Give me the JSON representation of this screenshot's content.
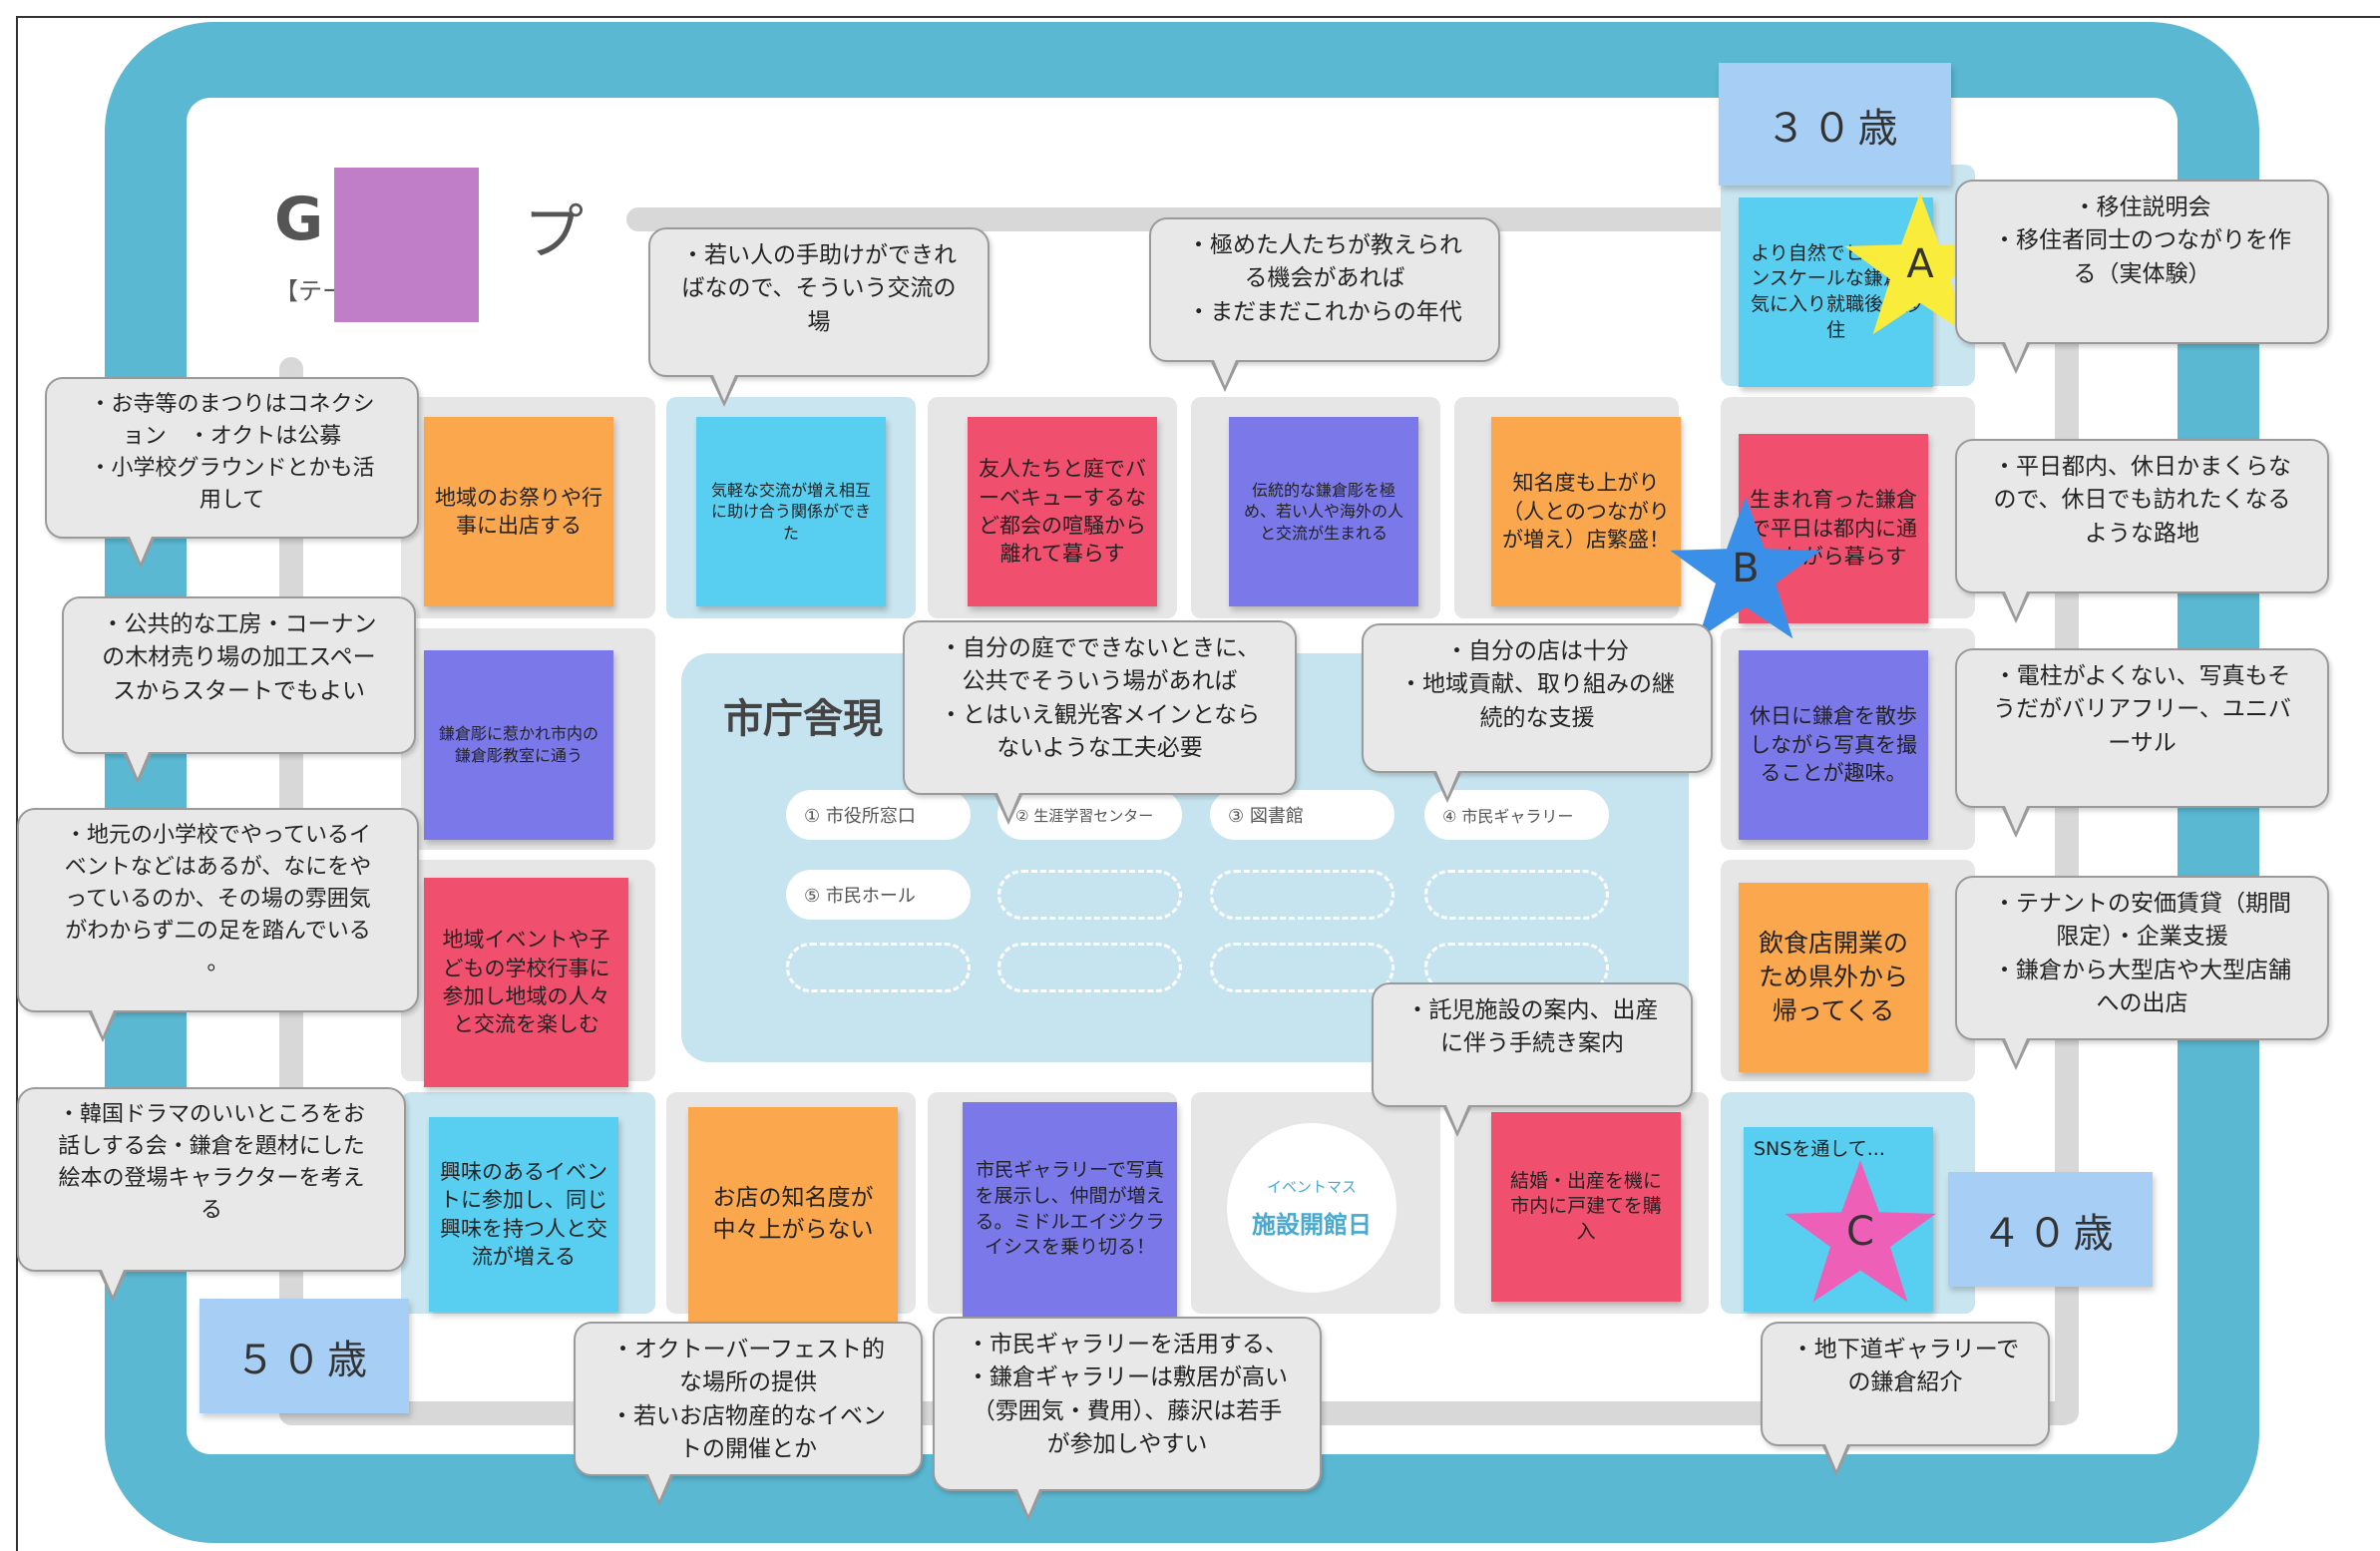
{
  "header": {
    "group_label_left": "G",
    "group_label_right": "プ",
    "theme_label": "【テー"
  },
  "center": {
    "title": "市庁舎現",
    "pills": [
      "① 市役所窓口",
      "② 生涯学習センター",
      "③ 図書館",
      "④ 市民ギャラリー",
      "⑤ 市民ホール"
    ],
    "event_circle_top": "イベントマス",
    "event_circle_main": "施設開館日"
  },
  "ages": {
    "age30": "３０歳",
    "age40": "４０歳",
    "age50": "５０歳"
  },
  "stars": {
    "a": "A",
    "b": "B",
    "c": "C",
    "colors": {
      "a": "#f9ec3a",
      "b": "#3a8fe8",
      "c": "#ee5fb8"
    }
  },
  "stickies": {
    "top_right_cyan": "より自然でヒューマンスケールな鎌倉が気に入り就職後に移住",
    "left1_orange": "地域のお祭りや行事に出店する",
    "top1_cyan": "気軽な交流が増え相互に助け合う関係ができた",
    "top2_pink": "友人たちと庭でバーベキューするなど都会の喧騒から離れて暮らす",
    "top3_purple": "伝統的な鎌倉彫を極め、若い人や海外の人と交流が生まれる",
    "top4_orange": "知名度も上がり（人とのつながりが増え）店繁盛！",
    "right1_pink": "生まれ育った鎌倉で平日は都内に通いながら暮らす",
    "left2_purple": "鎌倉彫に惹かれ市内の鎌倉彫教室に通う",
    "right2_purple": "休日に鎌倉を散歩しながら写真を撮ることが趣味。",
    "left3_pink": "地域イベントや子どもの学校行事に参加し地域の人々と交流を楽しむ",
    "right3_orange": "飲食店開業のため県外から帰ってくる",
    "bottom1_cyan": "興味のあるイベントに参加し、同じ興味を持つ人と交流が増える",
    "bottom2_orange": "お店の知名度が中々上がらない",
    "bottom3_purple": "市民ギャラリーで写真を展示し、仲間が増える。ミドルエイジクライシスを乗り切る！",
    "bottom5_pink": "結婚・出産を機に市内に戸建てを購入",
    "bottom6_cyan": "SNSを通して..."
  },
  "bubbles": {
    "b1": "・若い人の手助けができれ\nばなので、そういう交流の\n場",
    "b2": "・極めた人たちが教えられ\nる機会があれば\n・まだまだこれからの年代",
    "b3": "・移住説明会\n・移住者同士のつながりを作\nる（実体験）",
    "b4": "・お寺等のまつりはコネクシ\nョン　・オクトは公募\n・小学校グラウンドとかも活\n用して",
    "b5": "・平日都内、休日かまくらな\nので、休日でも訪れたくなる\nような路地",
    "b6": "・公共的な工房・コーナン\nの木材売り場の加工スペー\nスからスタートでもよい",
    "b7": "・自分の庭でできないときに、\n公共でそういう場があれば\n・とはいえ観光客メインとなら\nないような工夫必要",
    "b8": "・自分の店は十分\n・地域貢献、取り組みの継\n続的な支援",
    "b9": "・電柱がよくない、写真もそ\nうだがバリアフリー、ユニバ\nーサル",
    "b10": "・地元の小学校でやっているイ\nベントなどはあるが、なにをや\nっているのか、その場の雰囲気\nがわからず二の足を踏んでいる\n。",
    "b11": "・テナントの安価賃貸（期間\n限定）・企業支援\n・鎌倉から大型店や大型店舗\nへの出店",
    "b12": "・託児施設の案内、出産\nに伴う手続き案内",
    "b13": "・韓国ドラマのいいところをお\n話しする会・鎌倉を題材にした\n絵本の登場キャラクターを考え\nる",
    "b14": "・オクトーバーフェスト的\nな場所の提供\n・若いお店物産的なイベン\nトの開催とか",
    "b15": "・市民ギャラリーを活用する、\n・鎌倉ギャラリーは敷居が高い\n（雰囲気・費用）、藤沢は若手\nが参加しやすい",
    "b16": "・地下道ギャラリーで\nの鎌倉紹介"
  }
}
